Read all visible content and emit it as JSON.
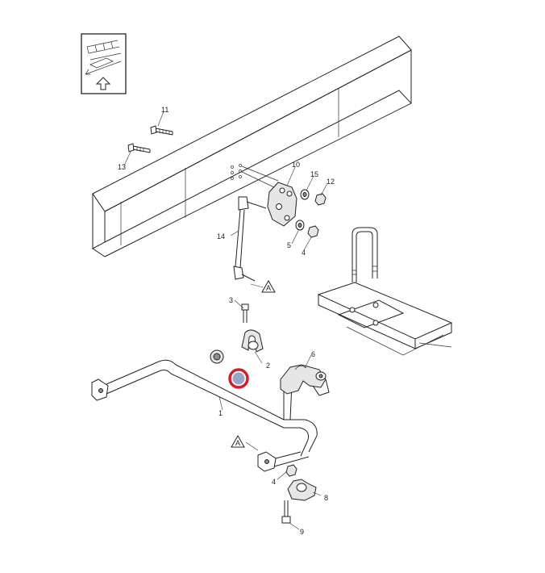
{
  "diagram": {
    "part_numbers": [
      "1",
      "2",
      "3",
      "4",
      "4",
      "5",
      "6",
      "8",
      "9",
      "10",
      "11",
      "12",
      "13",
      "14",
      "15"
    ],
    "reference_markers": [
      "A",
      "A"
    ],
    "highlight_color": "#d0202a",
    "highlight_fill": "#9aa3c8",
    "icons": [
      "orientation-arrow-icon"
    ]
  }
}
